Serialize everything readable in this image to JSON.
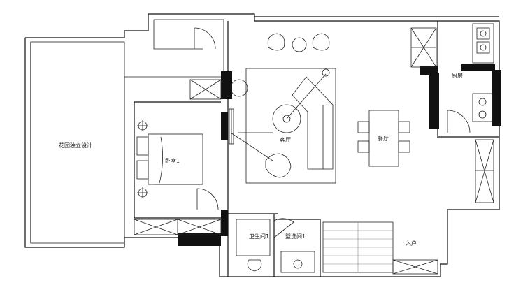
{
  "rooms": {
    "garden": "花园独立设计",
    "bedroom": "卧室1",
    "living": "客厅",
    "dining": "餐厅",
    "kitchen": "厨房",
    "bathroom": "卫生间1",
    "laundry": "盥洗间1",
    "entrance": "入户"
  }
}
